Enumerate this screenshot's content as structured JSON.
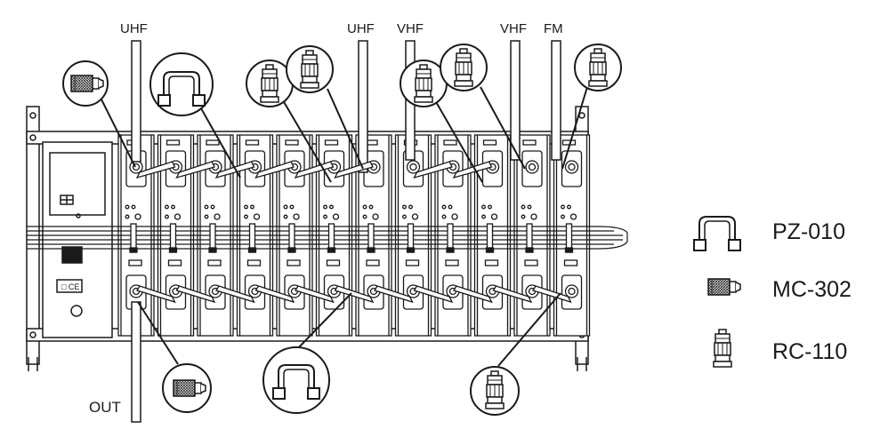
{
  "top_labels": [
    "UHF",
    "UHF",
    "VHF",
    "VHF",
    "FM"
  ],
  "output_label": "OUT",
  "legend": [
    {
      "code": "PZ-010",
      "icon": "bridge-connector-icon"
    },
    {
      "code": "MC-302",
      "icon": "f-connector-icon"
    },
    {
      "code": "RC-110",
      "icon": "cable-connector-icon"
    }
  ],
  "module_count": 12,
  "colors": {
    "line": "#1a1a1a",
    "background": "#ffffff",
    "hatch": "#555555"
  }
}
